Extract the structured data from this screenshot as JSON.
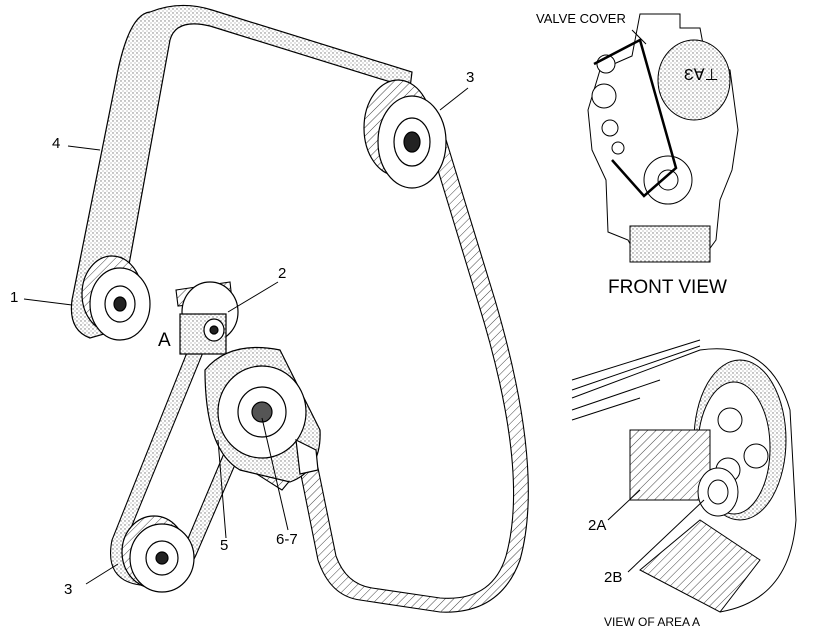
{
  "callouts": {
    "c1": "1",
    "c2": "2",
    "c3_top": "3",
    "c3_bottom": "3",
    "c4": "4",
    "c5": "5",
    "c67": "6-7",
    "area": "A",
    "c2a": "2A",
    "c2b": "2B"
  },
  "labels": {
    "valve_cover": "VALVE COVER",
    "front_view": "FRONT VIEW",
    "view_of_area": "VIEW OF AREA  A"
  },
  "colors": {
    "line": "#000000",
    "belt_stipple": "#bdbdbd",
    "background": "#ffffff"
  }
}
